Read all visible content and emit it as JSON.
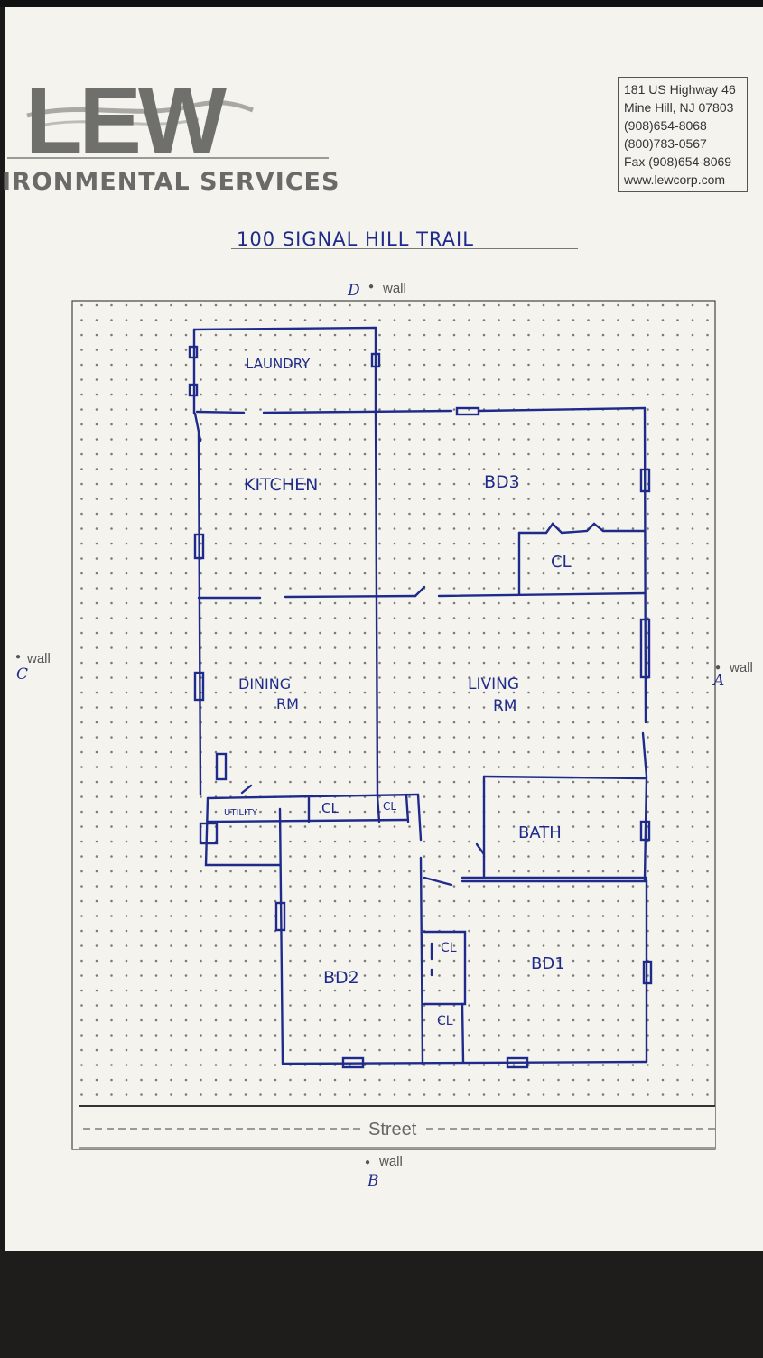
{
  "header": {
    "logo_letters": "LEW",
    "logo_subtitle": "IRONMENTAL SERVICES",
    "contact_lines": [
      "181 US Highway 46",
      "Mine Hill, NJ 07803",
      "(908)654-8068",
      "(800)783-0567",
      "Fax (908)654-8069",
      "www.lewcorp.com"
    ]
  },
  "address": "100 SIGNAL HILL TRAIL",
  "walls": {
    "top": {
      "letter": "D",
      "label": "wall"
    },
    "left": {
      "letter": "C",
      "label": "wall"
    },
    "right": {
      "letter": "A",
      "label": "wall"
    },
    "bottom": {
      "letter": "B",
      "label": "wall"
    }
  },
  "street_label": "Street",
  "rooms": {
    "laundry": "LAUNDRY",
    "kitchen": "KITCHEN",
    "bd3": "BD3",
    "cl_bd3": "CL",
    "dining": [
      "DINING",
      "RM"
    ],
    "living": [
      "LIVING",
      "RM"
    ],
    "utility": "UTILITY",
    "cl_hall": "CL",
    "cl_small": "CL",
    "bath": "BATH",
    "bd2": "BD2",
    "bd1": "BD1",
    "cl_bd1": "CL",
    "cl_bd2": "CL"
  },
  "colors": {
    "ink": "#1f2b8a",
    "paper": "#f4f3ee",
    "print": "#555555"
  }
}
